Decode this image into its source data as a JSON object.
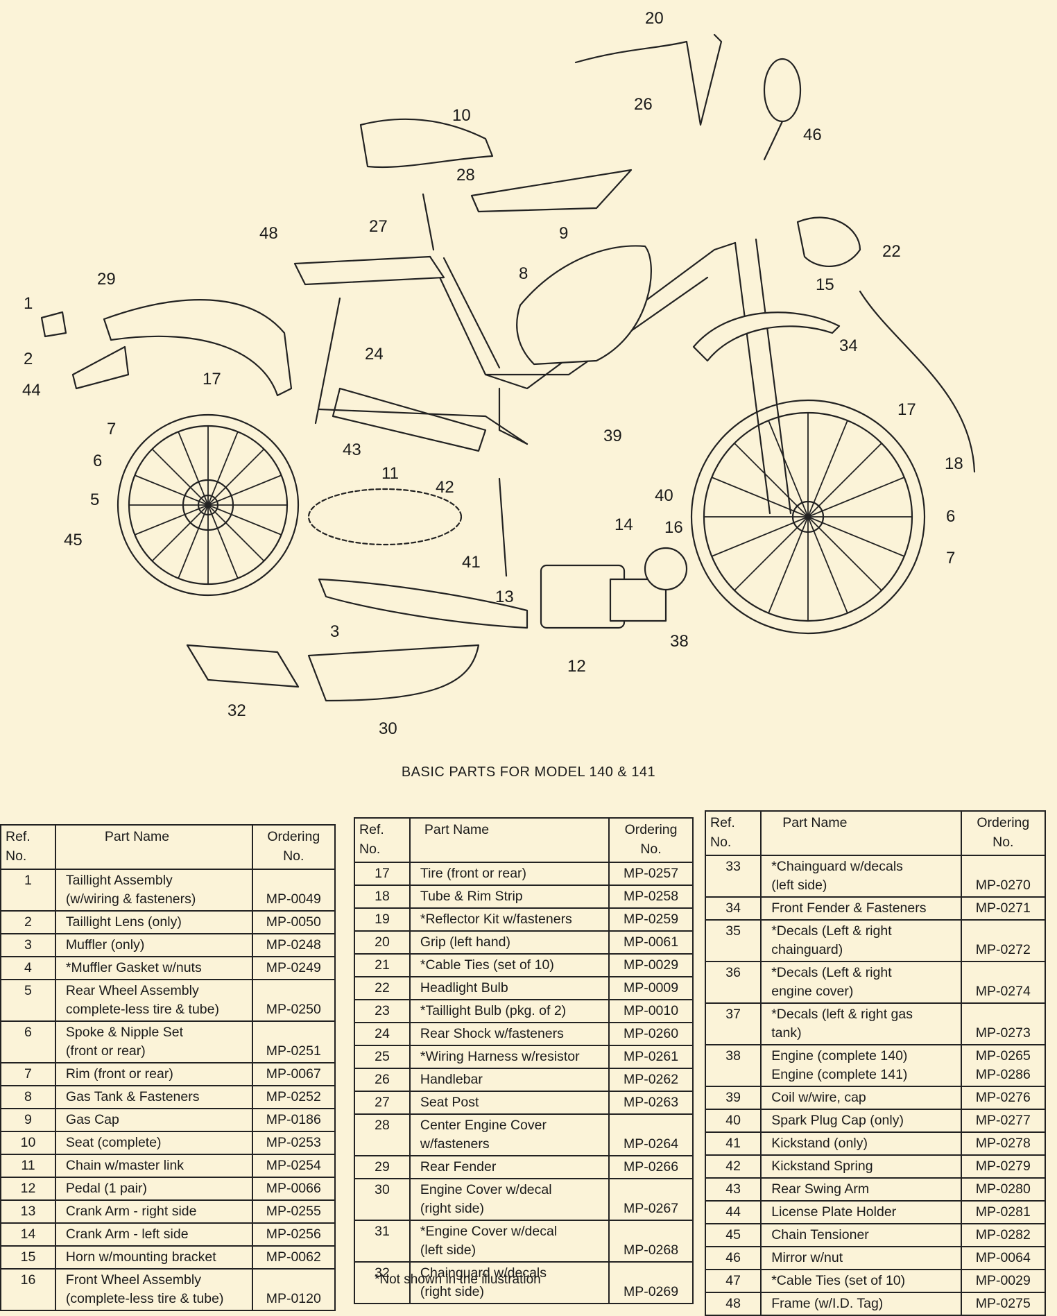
{
  "caption": "BASIC PARTS FOR MODEL 140 & 141",
  "headers": {
    "ref": "Ref. No.",
    "part": "Part Name",
    "ordering": "Ordering No."
  },
  "footnote": "*Not shown in the illustration",
  "callouts": [
    "1",
    "2",
    "3",
    "5",
    "6",
    "7",
    "8",
    "9",
    "10",
    "11",
    "12",
    "13",
    "14",
    "15",
    "16",
    "17",
    "17",
    "18",
    "20",
    "22",
    "24",
    "26",
    "27",
    "28",
    "29",
    "30",
    "32",
    "34",
    "38",
    "39",
    "40",
    "41",
    "42",
    "43",
    "44",
    "45",
    "46",
    "48",
    "6",
    "7"
  ],
  "table1": [
    {
      "ref": "1",
      "name": [
        "Taillight Assembly",
        "(w/wiring & fasteners)"
      ],
      "ord": [
        "MP-0049"
      ]
    },
    {
      "ref": "2",
      "name": [
        "Taillight Lens (only)"
      ],
      "ord": [
        "MP-0050"
      ]
    },
    {
      "ref": "3",
      "name": [
        "Muffler (only)"
      ],
      "ord": [
        "MP-0248"
      ]
    },
    {
      "ref": "4",
      "name": [
        "*Muffler Gasket w/nuts"
      ],
      "ord": [
        "MP-0249"
      ]
    },
    {
      "ref": "5",
      "name": [
        "Rear Wheel Assembly",
        "complete-less tire & tube)"
      ],
      "ord": [
        "MP-0250"
      ]
    },
    {
      "ref": "6",
      "name": [
        "Spoke & Nipple Set",
        "(front or rear)"
      ],
      "ord": [
        "MP-0251"
      ]
    },
    {
      "ref": "7",
      "name": [
        "Rim (front or rear)"
      ],
      "ord": [
        "MP-0067"
      ]
    },
    {
      "ref": "8",
      "name": [
        "Gas Tank & Fasteners"
      ],
      "ord": [
        "MP-0252"
      ]
    },
    {
      "ref": "9",
      "name": [
        "Gas Cap"
      ],
      "ord": [
        "MP-0186"
      ]
    },
    {
      "ref": "10",
      "name": [
        "Seat (complete)"
      ],
      "ord": [
        "MP-0253"
      ]
    },
    {
      "ref": "11",
      "name": [
        "Chain w/master link"
      ],
      "ord": [
        "MP-0254"
      ]
    },
    {
      "ref": "12",
      "name": [
        "Pedal (1 pair)"
      ],
      "ord": [
        "MP-0066"
      ]
    },
    {
      "ref": "13",
      "name": [
        "Crank Arm - right side"
      ],
      "ord": [
        "MP-0255"
      ]
    },
    {
      "ref": "14",
      "name": [
        "Crank Arm - left side"
      ],
      "ord": [
        "MP-0256"
      ]
    },
    {
      "ref": "15",
      "name": [
        "Horn w/mounting bracket"
      ],
      "ord": [
        "MP-0062"
      ]
    },
    {
      "ref": "16",
      "name": [
        "Front Wheel Assembly",
        "(complete-less tire & tube)"
      ],
      "ord": [
        "MP-0120"
      ]
    }
  ],
  "table2": [
    {
      "ref": "17",
      "name": [
        "Tire (front or rear)"
      ],
      "ord": [
        "MP-0257"
      ]
    },
    {
      "ref": "18",
      "name": [
        "Tube & Rim Strip"
      ],
      "ord": [
        "MP-0258"
      ]
    },
    {
      "ref": "19",
      "name": [
        "*Reflector Kit w/fasteners"
      ],
      "ord": [
        "MP-0259"
      ]
    },
    {
      "ref": "20",
      "name": [
        "Grip (left hand)"
      ],
      "ord": [
        "MP-0061"
      ]
    },
    {
      "ref": "21",
      "name": [
        "*Cable Ties (set of 10)"
      ],
      "ord": [
        "MP-0029"
      ]
    },
    {
      "ref": "22",
      "name": [
        "Headlight Bulb"
      ],
      "ord": [
        "MP-0009"
      ]
    },
    {
      "ref": "23",
      "name": [
        "*Taillight Bulb (pkg. of 2)"
      ],
      "ord": [
        "MP-0010"
      ]
    },
    {
      "ref": "24",
      "name": [
        "Rear Shock w/fasteners"
      ],
      "ord": [
        "MP-0260"
      ]
    },
    {
      "ref": "25",
      "name": [
        "*Wiring Harness w/resistor"
      ],
      "ord": [
        "MP-0261"
      ]
    },
    {
      "ref": "26",
      "name": [
        "Handlebar"
      ],
      "ord": [
        "MP-0262"
      ]
    },
    {
      "ref": "27",
      "name": [
        "Seat Post"
      ],
      "ord": [
        "MP-0263"
      ]
    },
    {
      "ref": "28",
      "name": [
        "Center Engine Cover",
        "w/fasteners"
      ],
      "ord": [
        "MP-0264"
      ]
    },
    {
      "ref": "29",
      "name": [
        "Rear Fender"
      ],
      "ord": [
        "MP-0266"
      ]
    },
    {
      "ref": "30",
      "name": [
        "Engine Cover w/decal",
        "(right side)"
      ],
      "ord": [
        "MP-0267"
      ]
    },
    {
      "ref": "31",
      "name": [
        "*Engine Cover w/decal",
        "(left side)"
      ],
      "ord": [
        "MP-0268"
      ]
    },
    {
      "ref": "32",
      "name": [
        "Chainguard w/decals",
        "(right side)"
      ],
      "ord": [
        "MP-0269"
      ]
    }
  ],
  "table3": [
    {
      "ref": "33",
      "name": [
        "*Chainguard w/decals",
        "(left side)"
      ],
      "ord": [
        "MP-0270"
      ]
    },
    {
      "ref": "34",
      "name": [
        "Front Fender & Fasteners"
      ],
      "ord": [
        "MP-0271"
      ]
    },
    {
      "ref": "35",
      "name": [
        "*Decals (Left & right",
        "chainguard)"
      ],
      "ord": [
        "MP-0272"
      ]
    },
    {
      "ref": "36",
      "name": [
        "*Decals (Left & right",
        "engine cover)"
      ],
      "ord": [
        "MP-0274"
      ]
    },
    {
      "ref": "37",
      "name": [
        "*Decals (left & right gas",
        "tank)"
      ],
      "ord": [
        "MP-0273"
      ]
    },
    {
      "ref": "38",
      "name": [
        "Engine (complete 140)",
        "Engine (complete 141)"
      ],
      "ord": [
        "MP-0265",
        "MP-0286"
      ]
    },
    {
      "ref": "39",
      "name": [
        "Coil w/wire, cap"
      ],
      "ord": [
        "MP-0276"
      ]
    },
    {
      "ref": "40",
      "name": [
        "Spark Plug Cap (only)"
      ],
      "ord": [
        "MP-0277"
      ]
    },
    {
      "ref": "41",
      "name": [
        "Kickstand (only)"
      ],
      "ord": [
        "MP-0278"
      ]
    },
    {
      "ref": "42",
      "name": [
        "Kickstand Spring"
      ],
      "ord": [
        "MP-0279"
      ]
    },
    {
      "ref": "43",
      "name": [
        "Rear Swing Arm"
      ],
      "ord": [
        "MP-0280"
      ]
    },
    {
      "ref": "44",
      "name": [
        "License Plate Holder"
      ],
      "ord": [
        "MP-0281"
      ]
    },
    {
      "ref": "45",
      "name": [
        "Chain Tensioner"
      ],
      "ord": [
        "MP-0282"
      ]
    },
    {
      "ref": "46",
      "name": [
        "Mirror w/nut"
      ],
      "ord": [
        "MP-0064"
      ]
    },
    {
      "ref": "47",
      "name": [
        "*Cable Ties (set of 10)"
      ],
      "ord": [
        "MP-0029"
      ]
    },
    {
      "ref": "48",
      "name": [
        "Frame (w/I.D. Tag)"
      ],
      "ord": [
        "MP-0275"
      ]
    }
  ]
}
